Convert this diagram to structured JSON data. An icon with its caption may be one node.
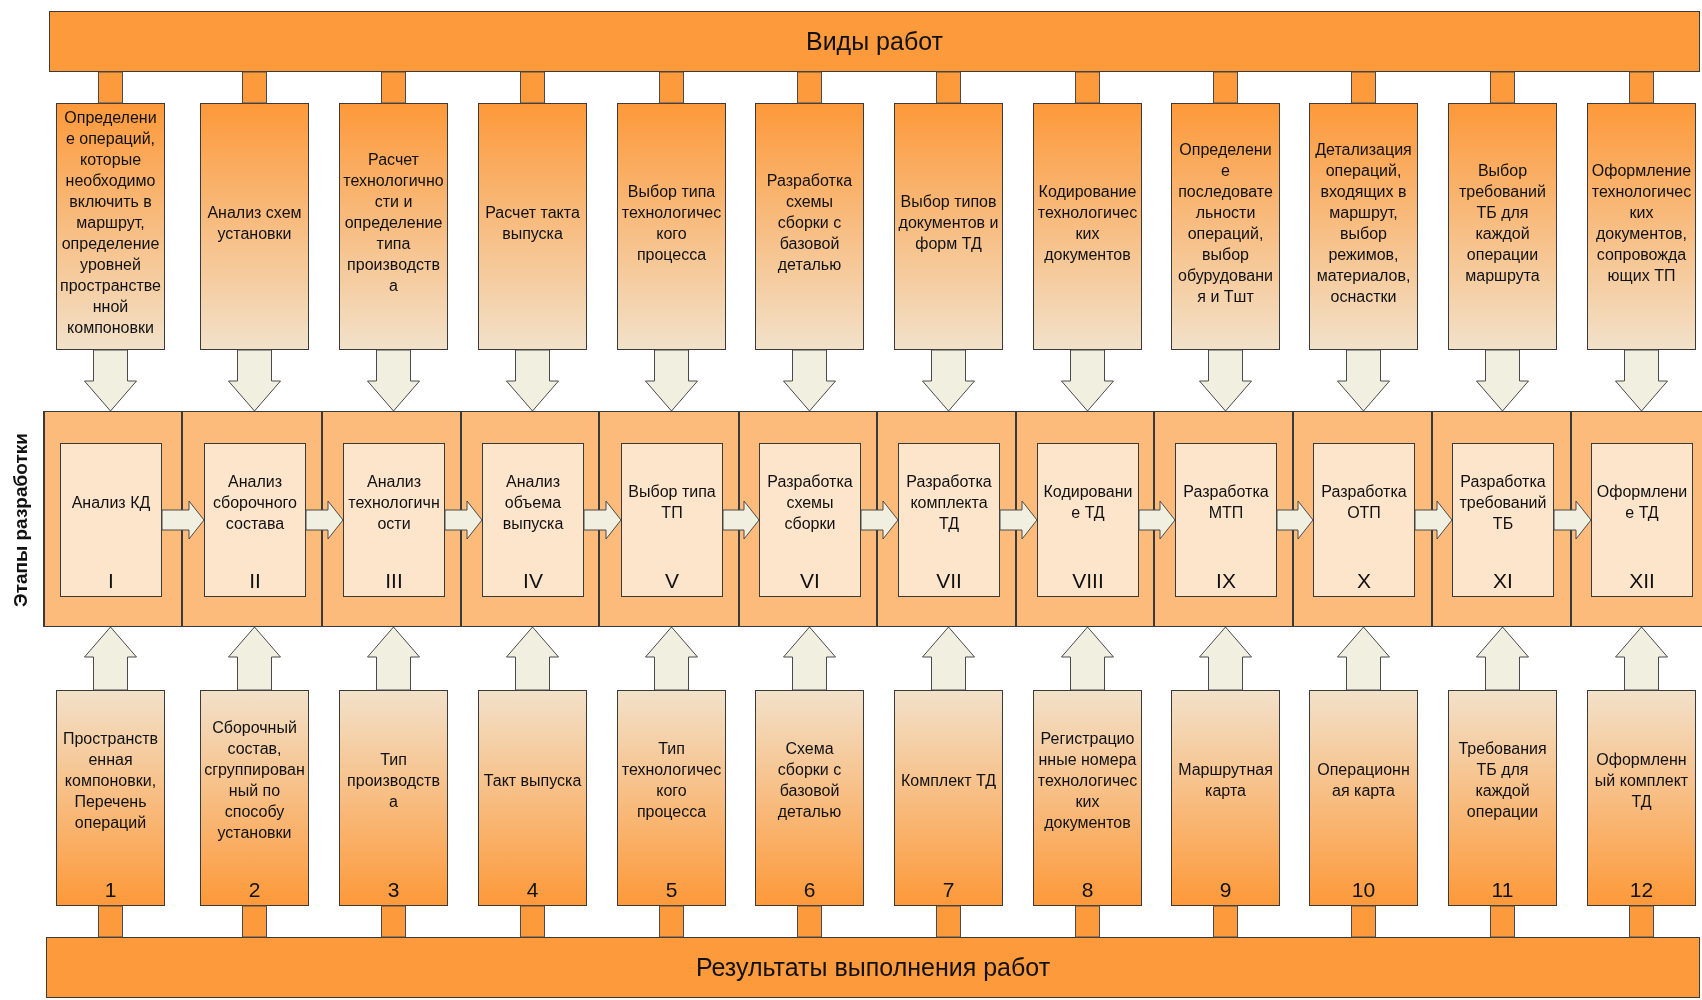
{
  "diagram": {
    "nodes": [
      {
        "text": [
          "Виды работ"
        ]
      },
      {
        "text": [
          "Определение операций, которые необходимо включить в маршрут, определение уровней пространственной компоновки"
        ]
      },
      {
        "text": [
          "Анализ схем установки"
        ]
      },
      {
        "text": [
          "Расчет технологичности и определение типа производства"
        ]
      },
      {
        "text": [
          "Расчет такта выпуска"
        ]
      },
      {
        "text": [
          "Выбор типа технологического процесса"
        ]
      },
      {
        "text": [
          "Разработка схемы сборки с базовой деталью"
        ]
      },
      {
        "text": [
          "Выбор типов документов и форм ТД"
        ]
      },
      {
        "text": [
          "Кодирование технологических документов"
        ]
      },
      {
        "text": [
          "Определение последовательности операций, выбор обурудования и Тшт"
        ]
      },
      {
        "text": [
          "Детализация операций, входящих в маршрут, выбор режимов, материалов, оснастки"
        ]
      },
      {
        "text": [
          "Выбор требований ТБ для каждой операции маршрута"
        ]
      },
      {
        "text": [
          "Оформление технологических документов, сопровождающих ТП"
        ]
      },
      {
        "text": [
          "Этапы разработки"
        ]
      },
      {
        "text": [],
        "shape": "box",
        "in": 13
      },
      {
        "text": [],
        "shape": "box",
        "in": 13
      },
      {
        "text": [],
        "shape": "box",
        "in": 13
      },
      {
        "text": [],
        "shape": "box",
        "in": 13
      },
      {
        "text": [],
        "shape": "box",
        "in": 13
      },
      {
        "text": [],
        "shape": "box",
        "in": 13
      },
      {
        "text": [],
        "shape": "box",
        "in": 13
      },
      {
        "text": [],
        "shape": "box",
        "in": 13
      },
      {
        "text": [],
        "shape": "box",
        "in": 13
      },
      {
        "text": [],
        "shape": "box",
        "in": 13
      },
      {
        "text": [],
        "shape": "box",
        "in": 13
      },
      {
        "text": [],
        "shape": "box",
        "in": 13
      },
      {
        "text": [
          "Анализ КД",
          "I"
        ],
        "in": 14
      },
      {
        "text": [
          "Анализ сборочного состава",
          "II"
        ],
        "in": 15
      },
      {
        "text": [
          "Анализ технологичности",
          "III"
        ],
        "in": 16
      },
      {
        "text": [
          "Анализ объема выпуска",
          "IV"
        ],
        "in": 17
      },
      {
        "text": [
          "Выбор типа ТП",
          "V"
        ],
        "in": 18
      },
      {
        "text": [
          "Разработка схемы сборки",
          "VI"
        ],
        "in": 19
      },
      {
        "text": [
          "Разработка комплекта ТД",
          "VII"
        ],
        "in": 20
      },
      {
        "text": [
          "Кодирование ТД",
          "VIII"
        ],
        "in": 21
      },
      {
        "text": [
          "Разработка МТП",
          "IX"
        ],
        "in": 22
      },
      {
        "text": [
          "Разработка ОТП",
          "X"
        ],
        "in": 23
      },
      {
        "text": [
          "Разработка требований ТБ",
          "XI"
        ],
        "in": 24
      },
      {
        "text": [
          "Оформление ТД",
          "XII"
        ],
        "in": 25
      },
      {
        "text": [
          "Пространственная компоновки, Перечень операций",
          "1"
        ]
      },
      {
        "text": [
          "Сборочный состав, сгруппированный по способу установки",
          "2"
        ]
      },
      {
        "text": [
          "Тип производства",
          "3"
        ]
      },
      {
        "text": [
          "Такт выпуска",
          "4"
        ]
      },
      {
        "text": [
          "Тип технологического процесса",
          "5"
        ]
      },
      {
        "text": [
          "Схема сборки с базовой деталью",
          "6"
        ]
      },
      {
        "text": [
          "Комплект ТД",
          "7"
        ]
      },
      {
        "text": [
          "Регистрационные номера технологических документов",
          "8"
        ]
      },
      {
        "text": [
          "Маршрутная карта",
          "9"
        ]
      },
      {
        "text": [
          "Операционная карта",
          "10"
        ]
      },
      {
        "text": [
          "Требования ТБ для каждой операции",
          "11"
        ]
      },
      {
        "text": [
          "Оформленный комплект ТД",
          "12"
        ]
      },
      {
        "text": [
          "Результаты выполнения работ"
        ]
      }
    ],
    "edges": [
      {
        "from": 0,
        "to": 1,
        "arrow": "none",
        "color": "#fd9a3c"
      },
      {
        "from": 0,
        "to": 2,
        "arrow": "none",
        "color": "#fd9a3c"
      },
      {
        "from": 0,
        "to": 3,
        "arrow": "none",
        "color": "#fd9a3c"
      },
      {
        "from": 0,
        "to": 4,
        "arrow": "none",
        "color": "#fd9a3c"
      },
      {
        "from": 0,
        "to": 5,
        "arrow": "none",
        "color": "#fd9a3c"
      },
      {
        "from": 0,
        "to": 6,
        "arrow": "none",
        "color": "#fd9a3c"
      },
      {
        "from": 0,
        "to": 7,
        "arrow": "none",
        "color": "#fd9a3c"
      },
      {
        "from": 0,
        "to": 8,
        "arrow": "none",
        "color": "#fd9a3c"
      },
      {
        "from": 0,
        "to": 9,
        "arrow": "none",
        "color": "#fd9a3c"
      },
      {
        "from": 0,
        "to": 10,
        "arrow": "none",
        "color": "#fd9a3c"
      },
      {
        "from": 0,
        "to": 11,
        "arrow": "none",
        "color": "#fd9a3c"
      },
      {
        "from": 0,
        "to": 12,
        "arrow": "none",
        "color": "#fd9a3c"
      },
      {
        "from": 1,
        "to": 14,
        "arrow": "to"
      },
      {
        "from": 2,
        "to": 15,
        "arrow": "to"
      },
      {
        "from": 3,
        "to": 16,
        "arrow": "to"
      },
      {
        "from": 4,
        "to": 17,
        "arrow": "to"
      },
      {
        "from": 5,
        "to": 18,
        "arrow": "to"
      },
      {
        "from": 6,
        "to": 19,
        "arrow": "to"
      },
      {
        "from": 7,
        "to": 20,
        "arrow": "to"
      },
      {
        "from": 8,
        "to": 21,
        "arrow": "to"
      },
      {
        "from": 9,
        "to": 22,
        "arrow": "to"
      },
      {
        "from": 10,
        "to": 23,
        "arrow": "to"
      },
      {
        "from": 11,
        "to": 24,
        "arrow": "to"
      },
      {
        "from": 12,
        "to": 25,
        "arrow": "to"
      },
      {
        "from": 26,
        "to": 27,
        "arrow": "to"
      },
      {
        "from": 27,
        "to": 28,
        "arrow": "to"
      },
      {
        "from": 28,
        "to": 29,
        "arrow": "to"
      },
      {
        "from": 29,
        "to": 30,
        "arrow": "to"
      },
      {
        "from": 30,
        "to": 31,
        "arrow": "to"
      },
      {
        "from": 31,
        "to": 32,
        "arrow": "to"
      },
      {
        "from": 32,
        "to": 33,
        "arrow": "to"
      },
      {
        "from": 33,
        "to": 34,
        "arrow": "to"
      },
      {
        "from": 34,
        "to": 35,
        "arrow": "to"
      },
      {
        "from": 35,
        "to": 36,
        "arrow": "to"
      },
      {
        "from": 36,
        "to": 37,
        "arrow": "to"
      },
      {
        "from": 38,
        "to": 14,
        "arrow": "to"
      },
      {
        "from": 39,
        "to": 15,
        "arrow": "to"
      },
      {
        "from": 40,
        "to": 16,
        "arrow": "to"
      },
      {
        "from": 41,
        "to": 17,
        "arrow": "to"
      },
      {
        "from": 42,
        "to": 18,
        "arrow": "to"
      },
      {
        "from": 43,
        "to": 19,
        "arrow": "to"
      },
      {
        "from": 44,
        "to": 20,
        "arrow": "to"
      },
      {
        "from": 45,
        "to": 21,
        "arrow": "to"
      },
      {
        "from": 46,
        "to": 22,
        "arrow": "to"
      },
      {
        "from": 47,
        "to": 23,
        "arrow": "to"
      },
      {
        "from": 48,
        "to": 24,
        "arrow": "to"
      },
      {
        "from": 49,
        "to": 25,
        "arrow": "to"
      },
      {
        "from": 38,
        "to": 50,
        "arrow": "none",
        "color": "#fd9a3c"
      },
      {
        "from": 39,
        "to": 50,
        "arrow": "none",
        "color": "#fd9a3c"
      },
      {
        "from": 40,
        "to": 50,
        "arrow": "none",
        "color": "#fd9a3c"
      },
      {
        "from": 41,
        "to": 50,
        "arrow": "none",
        "color": "#fd9a3c"
      },
      {
        "from": 42,
        "to": 50,
        "arrow": "none",
        "color": "#fd9a3c"
      },
      {
        "from": 43,
        "to": 50,
        "arrow": "none",
        "color": "#fd9a3c"
      },
      {
        "from": 44,
        "to": 50,
        "arrow": "none",
        "color": "#fd9a3c"
      },
      {
        "from": 45,
        "to": 50,
        "arrow": "none",
        "color": "#fd9a3c"
      },
      {
        "from": 46,
        "to": 50,
        "arrow": "none",
        "color": "#fd9a3c"
      },
      {
        "from": 47,
        "to": 50,
        "arrow": "none",
        "color": "#fd9a3c"
      },
      {
        "from": 48,
        "to": 50,
        "arrow": "none",
        "color": "#fd9a3c"
      },
      {
        "from": 49,
        "to": 50,
        "arrow": "none",
        "color": "#fd9a3c"
      }
    ]
  }
}
